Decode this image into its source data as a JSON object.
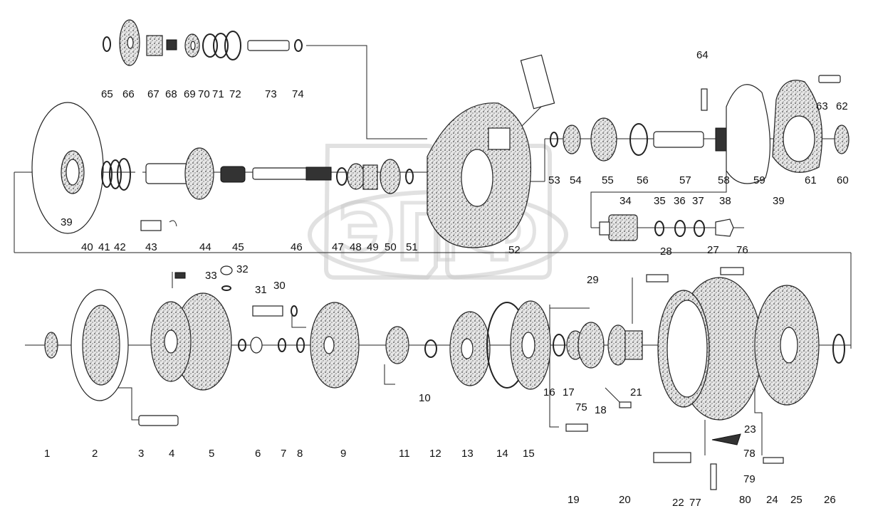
{
  "diagram": {
    "watermark": "ЭПФ",
    "labels": {
      "p1": "1",
      "p2": "2",
      "p3": "3",
      "p4": "4",
      "p5": "5",
      "p6": "6",
      "p7": "7",
      "p8": "8",
      "p9": "9",
      "p10": "10",
      "p11": "11",
      "p12": "12",
      "p13": "13",
      "p14": "14",
      "p15": "15",
      "p16": "16",
      "p17": "17",
      "p18": "18",
      "p19": "19",
      "p20": "20",
      "p21": "21",
      "p22": "22",
      "p23": "23",
      "p24": "24",
      "p25": "25",
      "p26": "26",
      "p27": "27",
      "p28": "28",
      "p29": "29",
      "p30": "30",
      "p31": "31",
      "p32": "32",
      "p33": "33",
      "p34": "34",
      "p35": "35",
      "p36": "36",
      "p37": "37",
      "p38": "38",
      "p39": "39",
      "p39b": "39",
      "p40": "40",
      "p41": "41",
      "p42": "42",
      "p43": "43",
      "p44": "44",
      "p45": "45",
      "p46": "46",
      "p47": "47",
      "p48": "48",
      "p49": "49",
      "p50": "50",
      "p51": "51",
      "p52": "52",
      "p53": "53",
      "p54": "54",
      "p55": "55",
      "p56": "56",
      "p57": "57",
      "p58": "58",
      "p59": "59",
      "p60": "60",
      "p61": "61",
      "p62": "62",
      "p63": "63",
      "p64": "64",
      "p65": "65",
      "p66": "66",
      "p67": "67",
      "p68": "68",
      "p69": "69",
      "p70": "70",
      "p71": "71",
      "p72": "72",
      "p73": "73",
      "p74": "74",
      "p75": "75",
      "p76": "76",
      "p77": "77",
      "p78": "78",
      "p79": "79",
      "p80": "80"
    }
  }
}
